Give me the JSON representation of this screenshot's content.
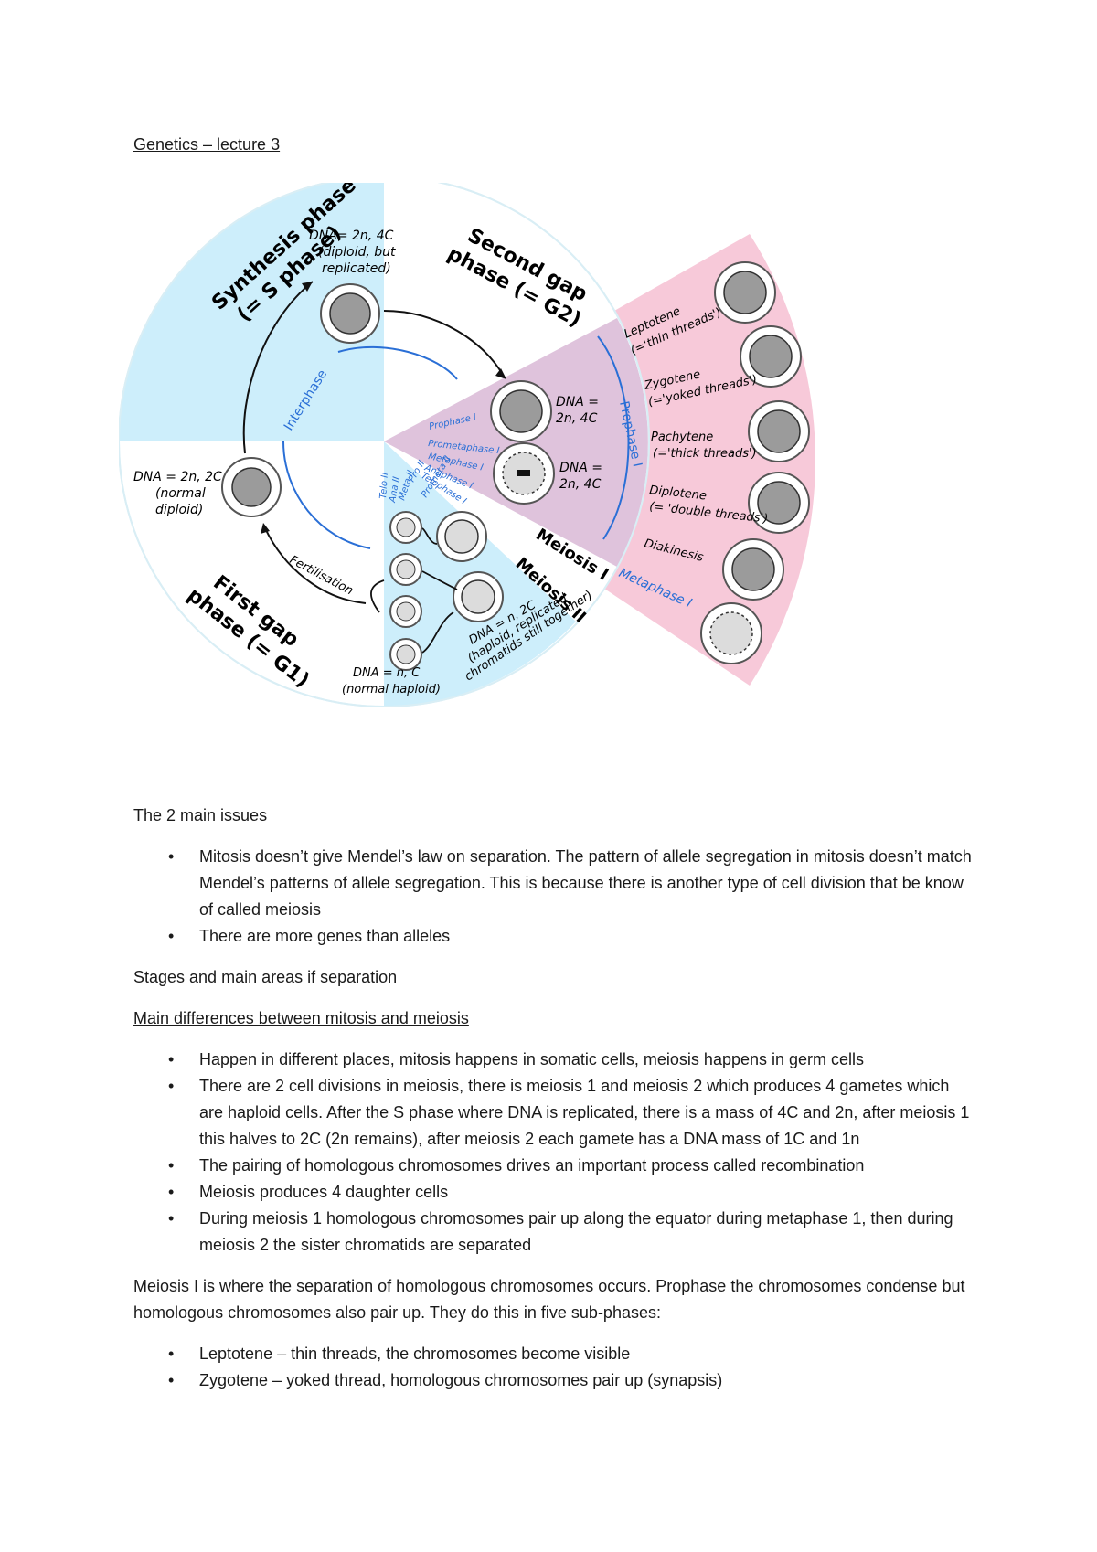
{
  "doc_title": "Genetics – lecture 3",
  "diagram": {
    "synthesis_phase": [
      "Synthesis phase",
      "(= S phase)"
    ],
    "second_gap": [
      "Second gap",
      "phase (= G2)"
    ],
    "first_gap": [
      "First gap",
      "phase (= G1)"
    ],
    "dna_s": [
      "DNA= 2n, 4C",
      "(diploid, but",
      "replicated)"
    ],
    "dna_g1": [
      "DNA = 2n, 2C",
      "(normal",
      "diploid)"
    ],
    "dna_prophase": [
      "DNA =",
      "2n, 4C"
    ],
    "dna_meiosis1": [
      "DNA =",
      "2n, 4C"
    ],
    "dna_meiosis2": [
      "DNA = n, 2C",
      "(haploid, replicated",
      "chromatids still together)"
    ],
    "dna_gamete": [
      "DNA = n, C",
      "(normal haploid)"
    ],
    "interphase": "Interphase",
    "fertilisation": "Fertilisation",
    "meiosis_1": "Meiosis I",
    "meiosis_2": "Meiosis II",
    "prophase_1": "Prophase I",
    "metaphase_1": "Metaphase I",
    "stages_m1": [
      "Prophase I",
      "Prometaphase I",
      "Metaphase I",
      "Anaphase I",
      "Telophase I"
    ],
    "stages_m2": [
      "Pro II",
      "Prometa II",
      "Meta II",
      "Ana II",
      "Telo II"
    ],
    "substages": [
      [
        "Leptotene",
        "(='thin threads')"
      ],
      [
        "Zygotene",
        "(='yoked threads')"
      ],
      [
        "Pachytene",
        "(='thick threads')"
      ],
      [
        "Diplotene",
        "(= 'double threads')"
      ],
      [
        "Diakinesis",
        ""
      ]
    ]
  },
  "sections": {
    "issues_heading": "The 2 main issues",
    "issues": [
      "Mitosis doesn’t give Mendel’s law on separation. The pattern of allele segregation in mitosis doesn’t match Mendel’s patterns of allele segregation. This is because there is another type of cell division that be know of called meiosis",
      "There are more genes than alleles"
    ],
    "stages_line": "Stages and main areas if separation",
    "diff_heading": "Main differences between mitosis and meiosis",
    "differences": [
      "Happen in different places, mitosis happens in somatic cells, meiosis happens in germ cells",
      "There are 2 cell divisions in meiosis, there is meiosis 1 and meiosis 2 which produces 4 gametes which are haploid cells. After the S phase where DNA is replicated, there is a mass of 4C and 2n, after meiosis 1 this halves to 2C (2n remains), after meiosis 2 each gamete has a DNA mass of 1C and 1n",
      "The pairing of homologous chromosomes drives an important process called recombination",
      "Meiosis produces 4 daughter cells",
      "During meiosis 1 homologous chromosomes pair up along the equator during metaphase 1, then during meiosis 2 the sister chromatids are separated"
    ],
    "meiosis1_para": "Meiosis I is where the separation of homologous chromosomes occurs. Prophase the chromosomes condense but homologous chromosomes also pair up. They do this in five sub-phases:",
    "subphases": [
      "Leptotene – thin threads, the chromosomes become visible",
      "Zygotene – yoked thread, homologous chromosomes pair up (synapsis)"
    ]
  }
}
